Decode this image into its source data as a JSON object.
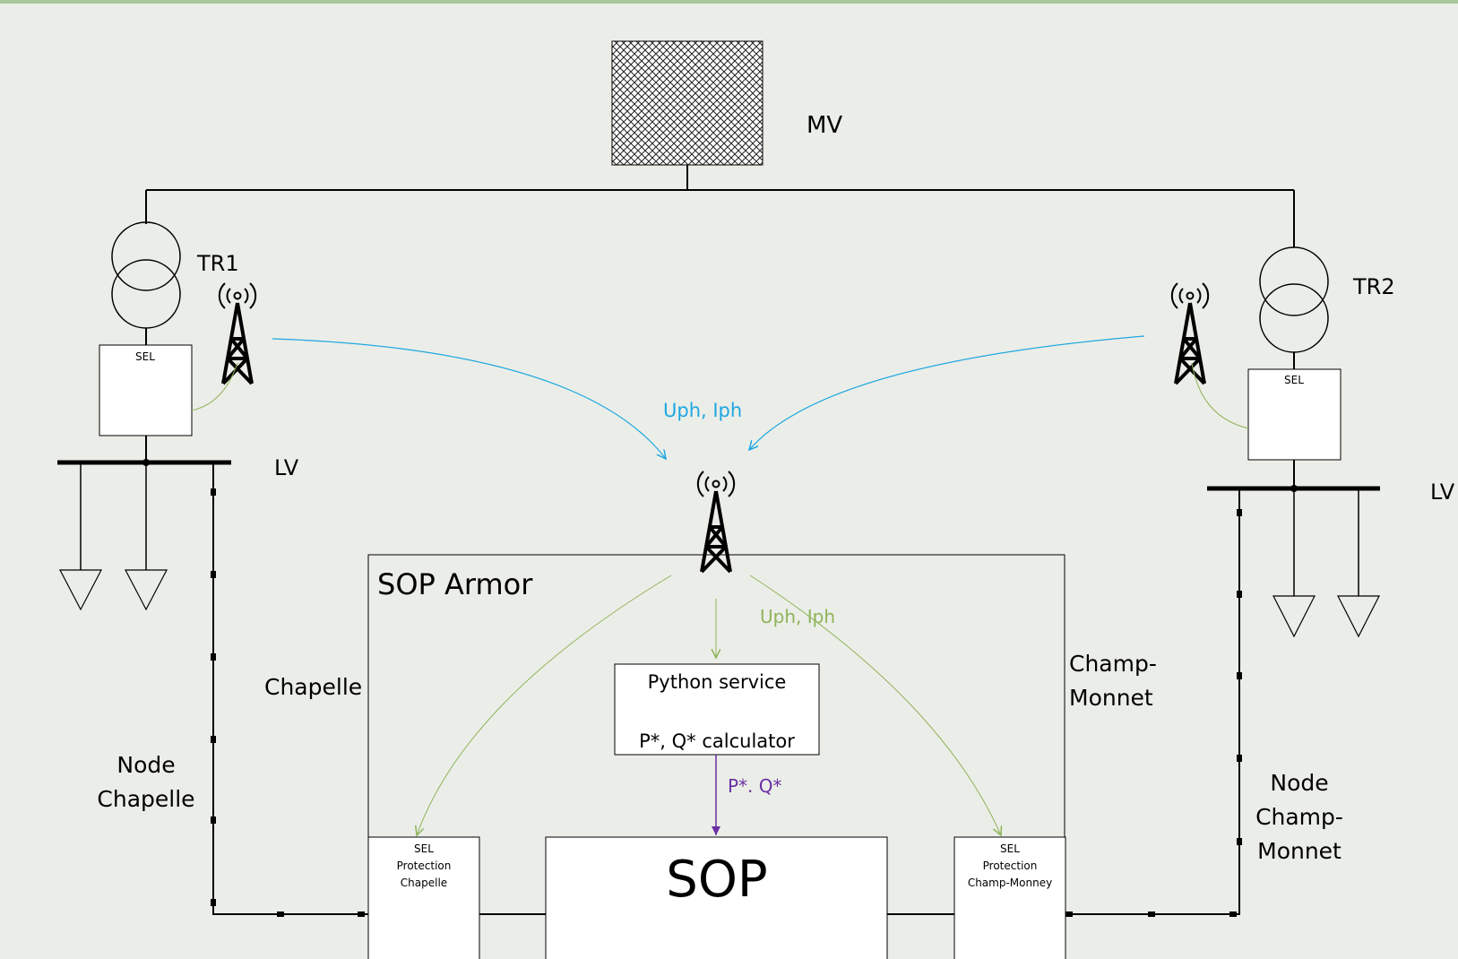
{
  "labels": {
    "mv": "MV",
    "tr1": "TR1",
    "tr2": "TR2",
    "lv_left": "LV",
    "lv_right": "LV",
    "sop_armor": "SOP Armor",
    "chapelle": "Chapelle",
    "champ_monnet_1": "Champ-",
    "champ_monnet_2": "Monnet",
    "node_chapelle_1": "Node",
    "node_chapelle_2": "Chapelle",
    "node_champ_1": "Node",
    "node_champ_2": "Champ-",
    "node_champ_3": "Monnet",
    "uph_iph_top": "Uph, Iph",
    "uph_iph_inner": "Uph, Iph",
    "pq_signal": "P*. Q*",
    "python_service": "Python service",
    "pq_calculator": "P*, Q* calculator",
    "sop": "SOP"
  },
  "sel_boxes": {
    "left": "SEL",
    "right": "SEL",
    "prot_chapelle": [
      "SEL",
      "Protection",
      "Chapelle"
    ],
    "prot_champ": [
      "SEL",
      "Protection",
      "Champ-Monney"
    ]
  },
  "icons": [
    "grid-mv-icon",
    "transformer-icon",
    "radio-tower-icon",
    "load-triangle-icon"
  ],
  "colors": {
    "background": "#ebeee8",
    "top_band": "#a9c79a",
    "measurement_link": "#1ea7e1",
    "inner_link": "#8fb35a",
    "setpoint_link": "#6a2fa3",
    "line": "#000000"
  }
}
